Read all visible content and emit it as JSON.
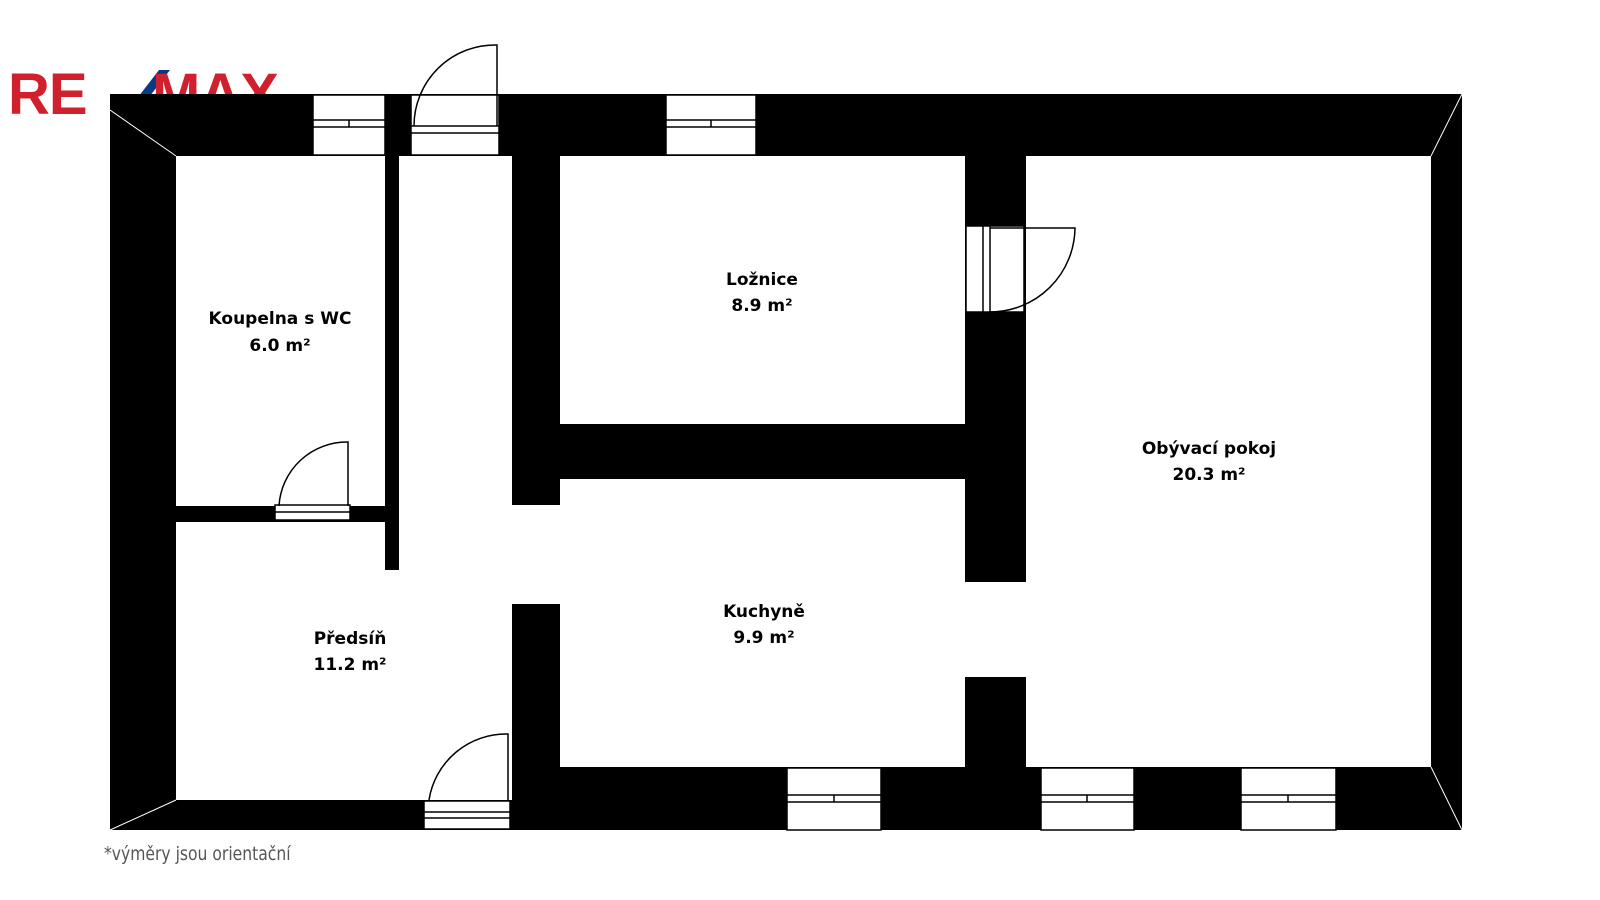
{
  "logo": {
    "part1": "RE",
    "part2": "MAX",
    "red_color": "#d0202e",
    "blue_color": "#0a3a85"
  },
  "rooms": [
    {
      "id": "koupelna",
      "name": "Koupelna s WC",
      "area": "6.0 m²"
    },
    {
      "id": "loznice",
      "name": "Ložnice",
      "area": "8.9 m²"
    },
    {
      "id": "obyvaci",
      "name": "Obývací pokoj",
      "area": "20.3 m²"
    },
    {
      "id": "predsin",
      "name": "Předsíň",
      "area": "11.2 m²"
    },
    {
      "id": "kuchyne",
      "name": "Kuchyně",
      "area": "9.9 m²"
    }
  ],
  "footnote": "*výměry jsou orientační",
  "colors": {
    "wall": "#000000",
    "floor": "#ffffff"
  }
}
